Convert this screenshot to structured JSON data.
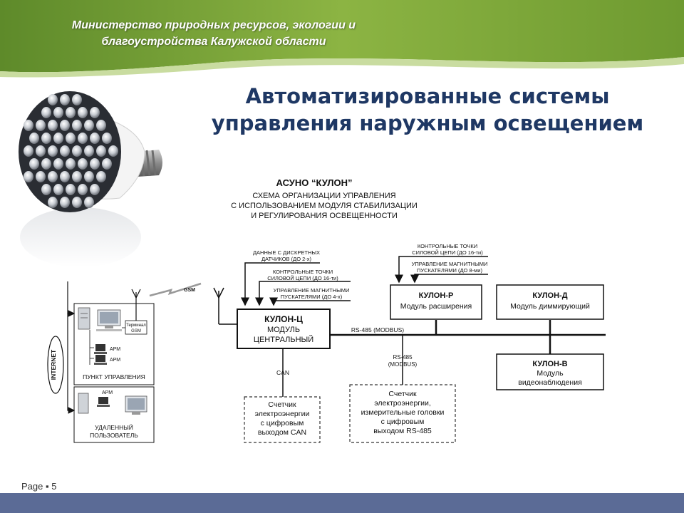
{
  "header": {
    "ministry_line1": "Министерство природных ресурсов, экологии и",
    "ministry_line2": "благоустройства Калужской области"
  },
  "title": {
    "line1": "Автоматизированные  системы",
    "line2": "управления наружным освещением"
  },
  "colors": {
    "header_green": "#7aa33c",
    "title_blue": "#1f3864",
    "footer_blue": "#5b6b96"
  },
  "diagram": {
    "heading": "АСУНО “КУЛОН”",
    "subtitle": [
      "СХЕМА ОРГАНИЗАЦИИ УПРАВЛЕНИЯ",
      "С ИСПОЛЬЗОВАНИЕМ МОДУЛЯ СТАБИЛИЗАЦИИ",
      "И РЕГУЛИРОВАНИЯ ОСВЕЩЕННОСТИ"
    ],
    "inputs_c": [
      [
        "ДАННЫЕ С ДИСКРЕТНЫХ",
        "ДАТЧИКОВ (ДО 2-х)"
      ],
      [
        "КОНТРОЛЬНЫЕ ТОЧКИ",
        "СИЛОВОЙ ЦЕПИ (ДО 16-ти)"
      ],
      [
        "УПРАВЛЕНИЕ МАГНИТНЫМИ",
        "ПУСКАТЕЛЯМИ (ДО 4-х)"
      ]
    ],
    "inputs_r": [
      [
        "КОНТРОЛЬНЫЕ ТОЧКИ",
        "СИЛОВОЙ ЦЕПИ (ДО 16-ти)"
      ],
      [
        "УПРАВЛЕНИЕ МАГНИТНЫМИ",
        "ПУСКАТЕЛЯМИ (ДО 8-ми)"
      ]
    ],
    "kulon_c": {
      "name": "КУЛОН-Ц",
      "desc": [
        "МОДУЛЬ",
        "ЦЕНТРАЛЬНЫЙ"
      ]
    },
    "kulon_r": {
      "name": "КУЛОН-Р",
      "desc": "Модуль расширения"
    },
    "kulon_d": {
      "name": "КУЛОН-Д",
      "desc": "Модуль диммирующий"
    },
    "kulon_v": {
      "name": "КУЛОН-В",
      "desc": [
        "Модуль",
        "видеонаблюдения"
      ]
    },
    "bus_label": "RS-485 (MODBUS)",
    "rs485_label": [
      "RS-485",
      "(MODBUS)"
    ],
    "can_label": "CAN",
    "meter_can": [
      "Счетчик",
      "электроэнергии",
      "с цифровым",
      "выходом CAN"
    ],
    "meter_rs": [
      "Счетчик",
      "электроэнергии,",
      "измерительные головки",
      "с цифровым",
      "выходом RS-485"
    ],
    "gsm_label": "GSM",
    "internet_label": "INTERNET",
    "terminal_label": [
      "Терминал",
      "GSM"
    ],
    "apm_label": "АРМ",
    "control_point": "ПУНКТ УПРАВЛЕНИЯ",
    "remote_user": [
      "УДАЛЕННЫЙ",
      "ПОЛЬЗОВАТЕЛЬ"
    ]
  },
  "footer": {
    "page": "Page ▪ 5"
  }
}
